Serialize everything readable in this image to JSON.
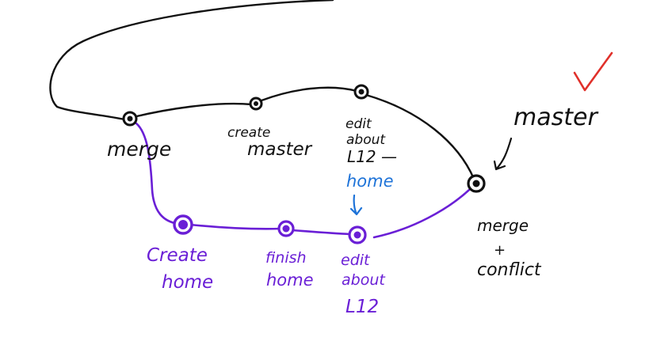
{
  "colors": {
    "master_branch": "#111111",
    "home_branch": "#6a1fd6",
    "pointer_label": "#1e73d8",
    "checkmark": "#e0302a",
    "background": "#ffffff"
  },
  "labels": {
    "merge": "merge",
    "create_master": [
      "create",
      "master"
    ],
    "edit_about_master": [
      "edit",
      "about",
      "L12 —"
    ],
    "master_pointer": "master",
    "merge_conflict": [
      "merge",
      "+",
      "conflict"
    ],
    "home_pointer": "home",
    "create_home": [
      "Create",
      "home"
    ],
    "finish_home": [
      "finish",
      "home"
    ],
    "edit_about_home": [
      "edit",
      "about",
      "L12"
    ]
  },
  "icons": {
    "checkmark": "checkmark-icon",
    "master_arrow": "arrow-down-left-icon",
    "home_arrow": "arrow-down-icon"
  }
}
